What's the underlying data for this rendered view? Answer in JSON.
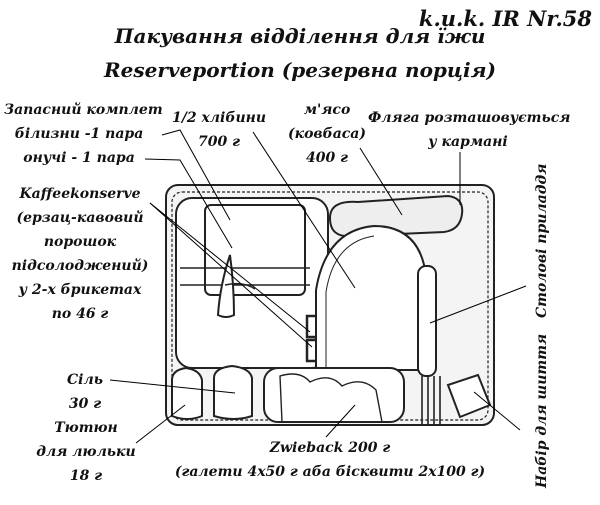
{
  "header": {
    "unit": "k.u.k. IR Nr.58",
    "title": "Пакування відділення для їжи",
    "subtitle": "Reserveportion (резервна порція)"
  },
  "labels": {
    "linen": [
      "Запасний комплет",
      "білизни -1 пара",
      "онучі  - 1 пара"
    ],
    "bread": [
      "1/2 хлібини",
      "700 г"
    ],
    "meat": [
      "м'ясо",
      "(ковбаса)",
      "400 г"
    ],
    "canteen": [
      "Фляга розташовується",
      "у кармані"
    ],
    "coffee": [
      "Kaffeekonserve",
      "(ерзац-кавовий",
      "порошок",
      "підсолоджений)",
      "у 2-х брикетах",
      "по 46 г"
    ],
    "salt": [
      "Сіль",
      "30 г"
    ],
    "tobacco": [
      "Тютюн",
      "для люльки",
      "18 г"
    ],
    "zwieback": [
      "Zwieback   200 г",
      "(галети 4х50 г аба бісквити 2х100 г)"
    ],
    "cutlery": "Столові приладдя",
    "sewing_kit": "Набір для шиття"
  }
}
